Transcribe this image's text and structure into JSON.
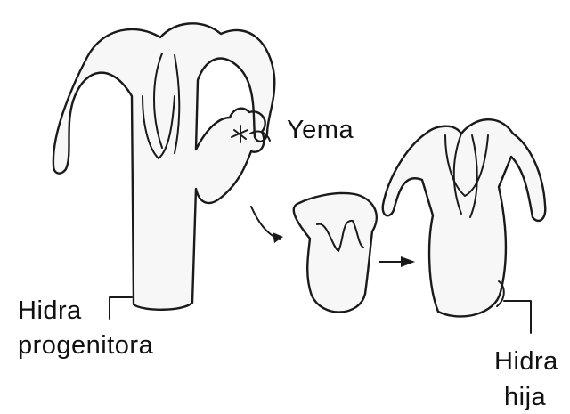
{
  "labels": {
    "bud": "Yema",
    "parent_line1": "Hidra",
    "parent_line2": "progenitora",
    "daughter_line1": "Hidra",
    "daughter_line2": "hija"
  },
  "colors": {
    "stroke": "#1a1a1a",
    "fill": "#f7f7f7",
    "text": "#111111"
  }
}
